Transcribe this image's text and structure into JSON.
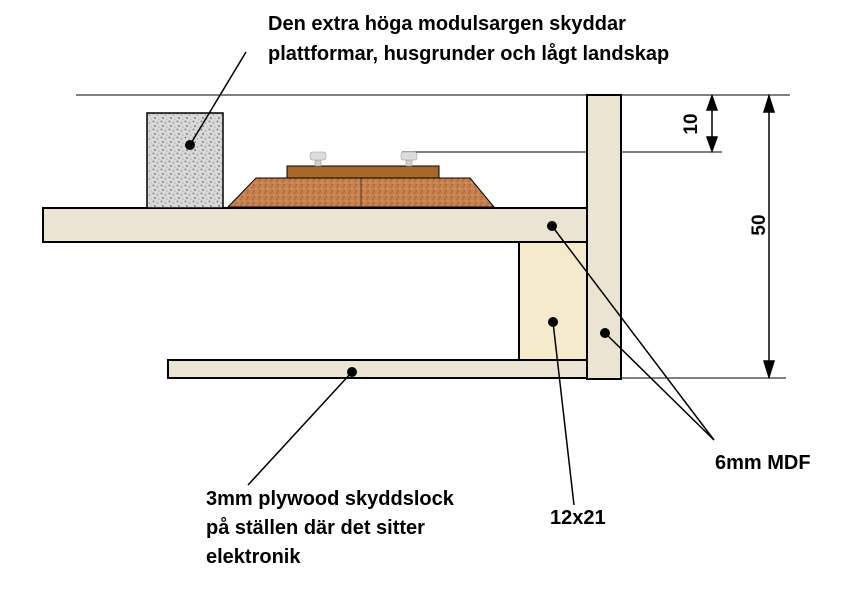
{
  "colors": {
    "mdf": "#ece4d2",
    "batten": "#f5ebcc",
    "cork": "#c8824e",
    "rail": "#a8682a",
    "foam": "#d6d6d6",
    "outline": "#000000"
  },
  "labels": {
    "top_line1": "Den extra höga modulsargen skyddar",
    "top_line2": "plattformar, husgrunder och lågt landskap",
    "mdf": "6mm MDF",
    "batten": "12x21",
    "plywood_line1": "3mm plywood skyddslock",
    "plywood_line2": "på ställen där det sitter",
    "plywood_line3": "elektronik"
  },
  "dimensions": {
    "top_gap": "10",
    "total_height": "50"
  }
}
